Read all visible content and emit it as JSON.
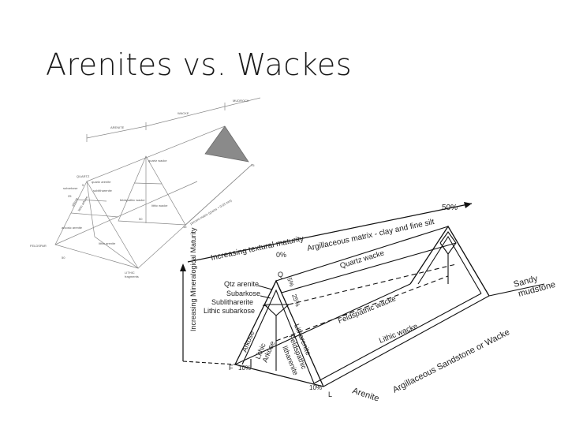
{
  "slide": {
    "title": "Arenites vs. Wackes"
  },
  "small_diagram": {
    "bracket_labels": [
      "ARENITE",
      "WACKE",
      "MUDROCK"
    ],
    "vertex_labels": {
      "top": "QUARTZ",
      "left": "FELDSPAR",
      "bottom": "LITHIC",
      "bottom_sub": "fragments"
    },
    "field_labels": [
      "quartz arenite",
      "subarkose",
      "sublitharenite",
      "arkosic arenite",
      "lithic arenite",
      "quartz wacke",
      "feldspathic wacke",
      "lithic wacke",
      "arkose",
      "lithic arkose"
    ],
    "numbers": [
      "5",
      "25",
      "50",
      "50",
      "15",
      "75"
    ],
    "axis_label": "percent matrix (grains < 0.03 mm)"
  },
  "main_diagram": {
    "top_axis_label": "Increasing textural maturity",
    "top_axis_label_2": "Argillaceous matrix - clay and fine silt",
    "left_axis_label": "Increasing Mineralogical Maturity",
    "percent_labels": {
      "zero": "0%",
      "fifty": "50%",
      "q_five": "5%",
      "q_twentyfive": "25%",
      "ten_f": "10%",
      "ten_l": "10%"
    },
    "vertex_labels": {
      "q": "Q",
      "f": "F",
      "l": "L"
    },
    "quartz_fields": [
      "Qtz arenite",
      "Subarkose",
      "Sublitharerite",
      "Lithic subarkose"
    ],
    "left_side_labels": [
      "Arkose",
      "Lithic",
      "Arkose"
    ],
    "right_side_labels": [
      "Litharenite",
      "Feldspathic",
      "litharenite"
    ],
    "wacke_labels": [
      "Quartz wacke",
      "Feldspathic wacke",
      "Lithic wacke"
    ],
    "sandstone_label": "Argillaceous Sandstone or Wacke",
    "mudstone_label_1": "Sandy",
    "mudstone_label_2": "mudstone",
    "base_label": "Arenite"
  }
}
